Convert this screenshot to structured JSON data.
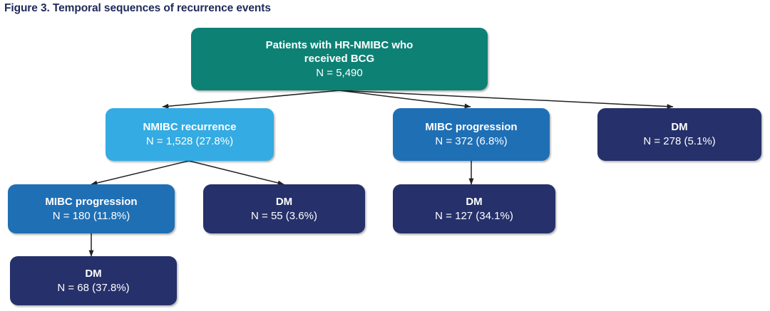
{
  "figure": {
    "title": "Figure 3. Temporal sequences of recurrence events",
    "title_color": "#1F2A5A"
  },
  "palette": {
    "teal": "#0E8175",
    "light_blue": "#34ABE2",
    "medium_blue": "#1F6FB5",
    "navy": "#26306A",
    "edge": "#222222",
    "background": "#FFFFFF"
  },
  "chart_data": {
    "type": "diagram",
    "subtype": "flowchart-tree",
    "title": "Figure 3. Temporal sequences of recurrence events",
    "nodes": [
      {
        "id": "root",
        "label": "Patients with HR-NMIBC who\nreceived BCG",
        "count_text": "N = 5,490",
        "n": 5490,
        "percent": null,
        "color": "#0E8175",
        "level": 0
      },
      {
        "id": "nmibc_recurrence",
        "label": "NMIBC recurrence",
        "count_text": "N = 1,528 (27.8%)",
        "n": 1528,
        "percent": 27.8,
        "color": "#34ABE2",
        "level": 1
      },
      {
        "id": "mibc_progression_direct",
        "label": "MIBC progression",
        "count_text": "N = 372 (6.8%)",
        "n": 372,
        "percent": 6.8,
        "color": "#1F6FB5",
        "level": 1
      },
      {
        "id": "dm_direct",
        "label": "DM",
        "count_text": "N = 278 (5.1%)",
        "n": 278,
        "percent": 5.1,
        "color": "#26306A",
        "level": 1
      },
      {
        "id": "mibc_after_nmibc",
        "label": "MIBC progression",
        "count_text": "N = 180 (11.8%)",
        "n": 180,
        "percent": 11.8,
        "color": "#1F6FB5",
        "level": 2
      },
      {
        "id": "dm_after_nmibc",
        "label": "DM",
        "count_text": "N = 55 (3.6%)",
        "n": 55,
        "percent": 3.6,
        "color": "#26306A",
        "level": 2
      },
      {
        "id": "dm_after_mibc",
        "label": "DM",
        "count_text": "N = 127 (34.1%)",
        "n": 127,
        "percent": 34.1,
        "color": "#26306A",
        "level": 2
      },
      {
        "id": "dm_after_nmibc_mibc",
        "label": "DM",
        "count_text": "N = 68 (37.8%)",
        "n": 68,
        "percent": 37.8,
        "color": "#26306A",
        "level": 3
      }
    ],
    "edges": [
      {
        "from": "root",
        "to": "nmibc_recurrence"
      },
      {
        "from": "root",
        "to": "mibc_progression_direct"
      },
      {
        "from": "root",
        "to": "dm_direct"
      },
      {
        "from": "nmibc_recurrence",
        "to": "mibc_after_nmibc"
      },
      {
        "from": "nmibc_recurrence",
        "to": "dm_after_nmibc"
      },
      {
        "from": "mibc_progression_direct",
        "to": "dm_after_mibc"
      },
      {
        "from": "mibc_after_nmibc",
        "to": "dm_after_nmibc_mibc"
      }
    ]
  }
}
